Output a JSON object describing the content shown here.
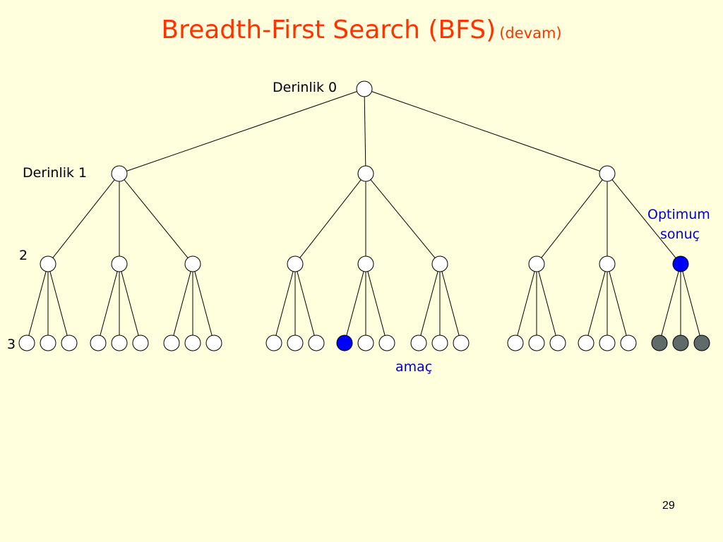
{
  "slide": {
    "title": "Breadth-First Search (BFS)",
    "title_suffix": "(devam)",
    "page_number": "29"
  },
  "colors": {
    "background": "#FFFFDD",
    "title": "#FF3300",
    "node_default": "#FFFFFF",
    "node_goal": "#0000FF",
    "node_expanded": "#5F6B6B",
    "annotation": "#0000CC",
    "edge": "#000000"
  },
  "labels": {
    "depth0": "Derinlik 0",
    "depth1": "Derinlik 1",
    "depth2": "2",
    "depth3": "3",
    "goal": "amaç",
    "optimum_line1": "Optimum",
    "optimum_line2": "sonuç"
  },
  "tree": {
    "branching_factor": 3,
    "depth": 3,
    "goal_nodes": [
      "1.1.0",
      "2.2"
    ],
    "expanded_nodes": [
      "2.2.0",
      "2.2.1",
      "2.2.2"
    ]
  }
}
